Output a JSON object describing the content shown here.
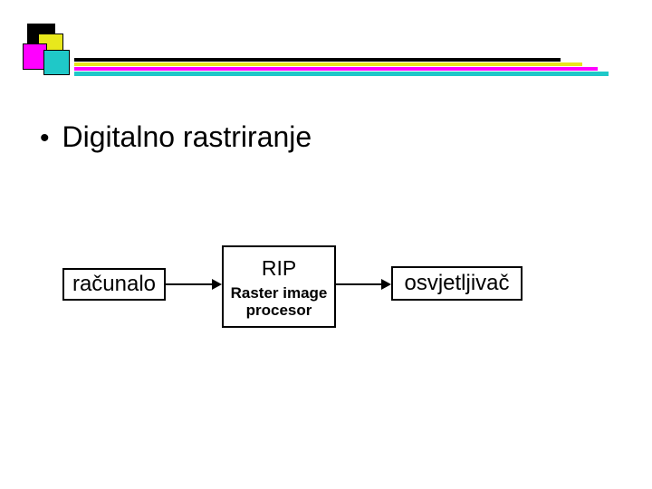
{
  "title": {
    "bullet": "•",
    "text": "Digitalno rastriranje"
  },
  "diagram": {
    "nodes": [
      {
        "id": "computer",
        "label": "računalo"
      },
      {
        "id": "rip",
        "title": "RIP",
        "subtitle_lines": [
          "Raster image",
          "procesor"
        ]
      },
      {
        "id": "imagesetter",
        "label": "osvjetljivač"
      }
    ],
    "arrows": [
      {
        "from": "computer",
        "to": "rip"
      },
      {
        "from": "rip",
        "to": "imagesetter"
      }
    ]
  },
  "decoration": {
    "logo_square_colors": [
      "#000000",
      "#e8e81c",
      "#ff00ff",
      "#1fc8c8"
    ],
    "stripe_colors": [
      "#000000",
      "#e8e81c",
      "#ff00ff",
      "#1fc8c8"
    ],
    "text_color": "#000000",
    "background_color": "#ffffff"
  }
}
